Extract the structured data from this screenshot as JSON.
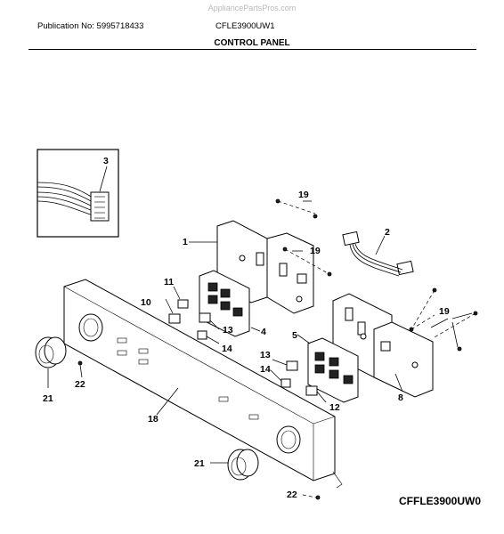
{
  "header": {
    "watermark": "AppliancePartsPros.com",
    "publication": "Publication No: 5995718433",
    "model": "CFLE3900UW1",
    "section_title": "CONTROL PANEL"
  },
  "figure_code": "CFFLE3900UW0",
  "callouts": {
    "c1": "1",
    "c2": "2",
    "c3": "3",
    "c4": "4",
    "c5": "5",
    "c8": "8",
    "c10": "10",
    "c11": "11",
    "c12": "12",
    "c13a": "13",
    "c13b": "13",
    "c14a": "14",
    "c14b": "14",
    "c18": "18",
    "c19a": "19",
    "c19b": "19",
    "c19c": "19",
    "c21a": "21",
    "c21b": "21",
    "c22a": "22",
    "c22b": "22"
  }
}
